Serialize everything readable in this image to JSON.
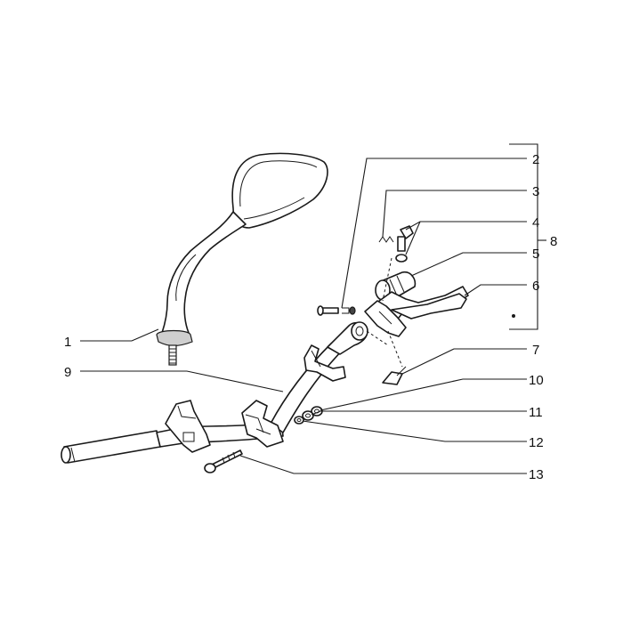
{
  "diagram": {
    "labels": [
      {
        "id": "1",
        "text": "1"
      },
      {
        "id": "2",
        "text": "2"
      },
      {
        "id": "3",
        "text": "3"
      },
      {
        "id": "4",
        "text": "4"
      },
      {
        "id": "5",
        "text": "5"
      },
      {
        "id": "6",
        "text": "6"
      },
      {
        "id": "7",
        "text": "7"
      },
      {
        "id": "8",
        "text": "8"
      },
      {
        "id": "9",
        "text": "9"
      },
      {
        "id": "10",
        "text": "10"
      },
      {
        "id": "11",
        "text": "11"
      },
      {
        "id": "12",
        "text": "12"
      },
      {
        "id": "13",
        "text": "13"
      }
    ]
  }
}
